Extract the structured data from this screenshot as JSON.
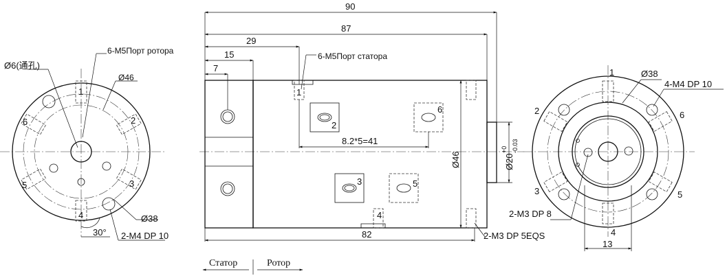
{
  "left_view": {
    "rotor_port_label": "6-M5Порт ротора",
    "through_hole_label": "Ø6(通孔)",
    "pcd_label": "Ø46",
    "pcd2_label": "Ø38",
    "angle_label": "30°",
    "mount_label": "2-M4 DP 10",
    "port_numbers": [
      "1",
      "2",
      "3",
      "4",
      "5",
      "6"
    ]
  },
  "side_view": {
    "overall_length": "90",
    "body_length": "87",
    "stator_port_offset": "29",
    "flange_length": "15",
    "first_hole_offset": "7",
    "stator_port_label": "6-M5Порт статора",
    "port_spacing": "8.2*5=41",
    "body_diameter": "Ø46",
    "shaft_diameter": "Ø20",
    "shaft_tol_upper": "+0",
    "shaft_tol_lower": "-0.03",
    "bottom_length": "82",
    "bottom_thread": "2-M3 DP 5EQS",
    "port_numbers": [
      "1",
      "2",
      "3",
      "4",
      "5",
      "6"
    ],
    "stator_label": "Статор",
    "rotor_label": "Ротор"
  },
  "right_view": {
    "pcd_label": "Ø38",
    "mount_label": "4-M4 DP 10",
    "thread_label": "2-M3 DP 8",
    "width_label": "13",
    "port_numbers": [
      "1",
      "2",
      "3",
      "4",
      "5",
      "6"
    ]
  }
}
